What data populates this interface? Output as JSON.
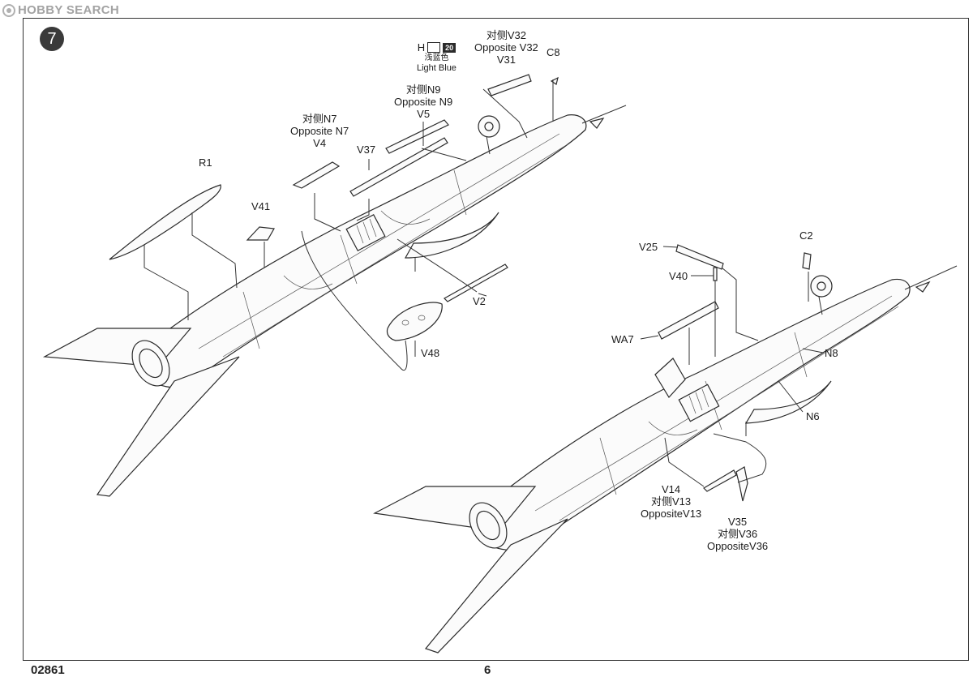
{
  "watermark": "HOBBY SEARCH",
  "step_number": "7",
  "footer": {
    "code": "02861",
    "page": "6"
  },
  "paint": {
    "code": "H",
    "number": "20",
    "name_cn": "浅蓝色",
    "name_en": "Light Blue"
  },
  "labels": {
    "v32_cn": "对侧V32",
    "v32_en": "Opposite V32",
    "v31": "V31",
    "c8": "C8",
    "n9_cn": "对侧N9",
    "n9_en": "Opposite N9",
    "v5": "V5",
    "n7_cn": "对侧N7",
    "n7_en": "Opposite N7",
    "v4": "V4",
    "v37": "V37",
    "r1": "R1",
    "v41": "V41",
    "v2": "V2",
    "v48": "V48",
    "v25": "V25",
    "c2": "C2",
    "v40": "V40",
    "wa7": "WA7",
    "n8": "N8",
    "n6": "N6",
    "v14": "V14",
    "v13_cn": "对侧V13",
    "v13_en": "OppositeV13",
    "v35": "V35",
    "v36_cn": "对侧V36",
    "v36_en": "OppositeV36"
  }
}
